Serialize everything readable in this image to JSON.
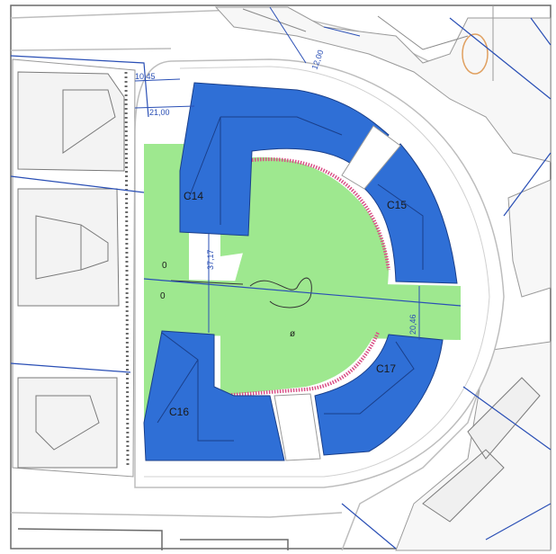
{
  "map": {
    "colors": {
      "building": "#2f6fd6",
      "green": "#9ee88f",
      "road_line": "#c7c7c7",
      "dimension": "#2a4fb5",
      "wall": "#d94f86",
      "neighbor": "#f3f3f3",
      "tree": "#e0a060"
    },
    "buildings": [
      {
        "id": "c14",
        "label": "C14"
      },
      {
        "id": "c15",
        "label": "C15"
      },
      {
        "id": "c16",
        "label": "C16"
      },
      {
        "id": "c17",
        "label": "C17"
      }
    ],
    "dimensions": [
      {
        "id": "d1",
        "label": "12,00"
      },
      {
        "id": "d2",
        "label": "10,45"
      },
      {
        "id": "d3",
        "label": "21,00"
      },
      {
        "id": "d4",
        "label": "37,17"
      },
      {
        "id": "d5",
        "label": "20,46"
      }
    ],
    "markers": [
      {
        "id": "m1",
        "label": "0"
      },
      {
        "id": "m2",
        "label": "0"
      },
      {
        "id": "m3",
        "label": "ø"
      }
    ]
  }
}
